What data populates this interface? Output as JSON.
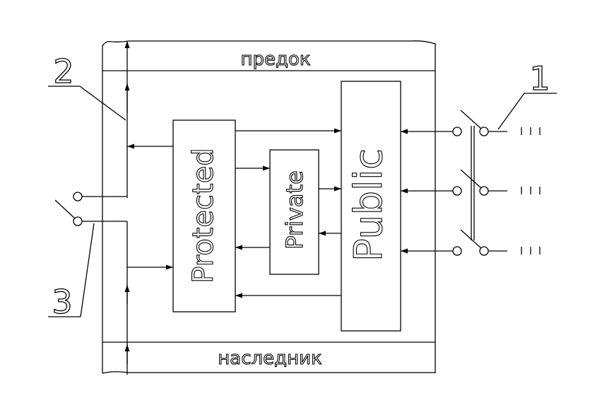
{
  "labels": {
    "parent": "предок",
    "child": "наследник",
    "protected": "Protected",
    "private": "Private",
    "public": "Public"
  },
  "callouts": {
    "one": "1",
    "two": "2",
    "three": "3"
  }
}
